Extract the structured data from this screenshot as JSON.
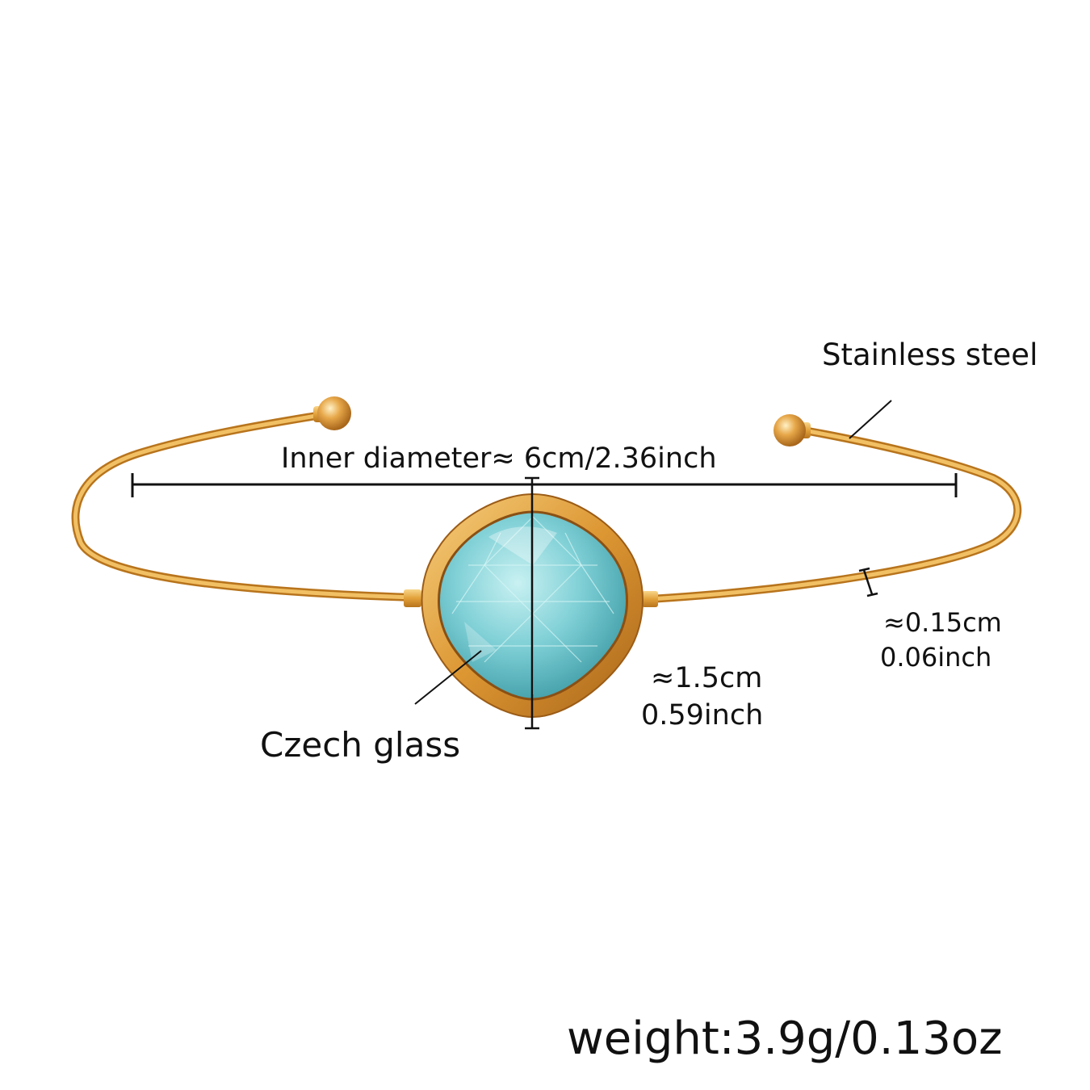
{
  "labels": {
    "material": "Stainless steel",
    "inner_diameter": "Inner diameter≈ 6cm/2.36inch",
    "stone_name": "Czech glass",
    "stone_size_cm": "≈1.5cm",
    "stone_size_inch": "0.59inch",
    "wire_thickness_cm": "≈0.15cm",
    "wire_thickness_inch": "0.06inch",
    "weight": "weight:3.9g/0.13oz"
  },
  "colors": {
    "gold": "#e2a13a",
    "gold_dark": "#b8741c",
    "gold_light": "#f8d68a",
    "glass": "#7fd0d6",
    "glass_dark": "#2f8f9a",
    "ink": "#111111"
  }
}
